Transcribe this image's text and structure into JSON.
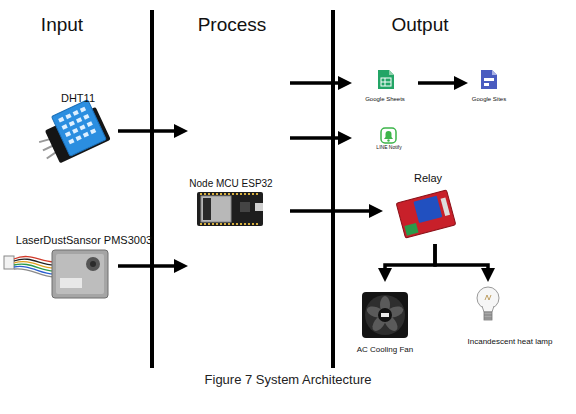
{
  "diagram": {
    "caption": "Figure 7 System Architecture",
    "nodes": [
      {
        "text": [
          "DHT11"
        ]
      },
      {
        "text": [
          "LaserDustSansor PMS3003"
        ]
      },
      {
        "text": [
          "Node MCU ESP32"
        ]
      },
      {
        "text": [
          "Google Sheets"
        ]
      },
      {
        "text": [
          "Google Sites"
        ]
      },
      {
        "text": [
          "LINE Notify"
        ]
      },
      {
        "text": [
          "Relay"
        ]
      },
      {
        "text": [
          "AC Cooling Fan"
        ]
      },
      {
        "text": [
          "Incandescent heat lamp"
        ]
      }
    ],
    "edges": [
      {
        "from": 0,
        "to": 2,
        "arrow": "to"
      },
      {
        "from": 1,
        "to": 2,
        "arrow": "to"
      },
      {
        "from": 2,
        "to": 3,
        "arrow": "to"
      },
      {
        "from": 2,
        "to": 5,
        "arrow": "to"
      },
      {
        "from": 2,
        "to": 6,
        "arrow": "to"
      },
      {
        "from": 3,
        "to": 4,
        "arrow": "to"
      },
      {
        "from": 6,
        "to": 7,
        "arrow": "to"
      },
      {
        "from": 6,
        "to": 8,
        "arrow": "to"
      }
    ],
    "labels": [
      "Input",
      "Process",
      "Output"
    ]
  }
}
